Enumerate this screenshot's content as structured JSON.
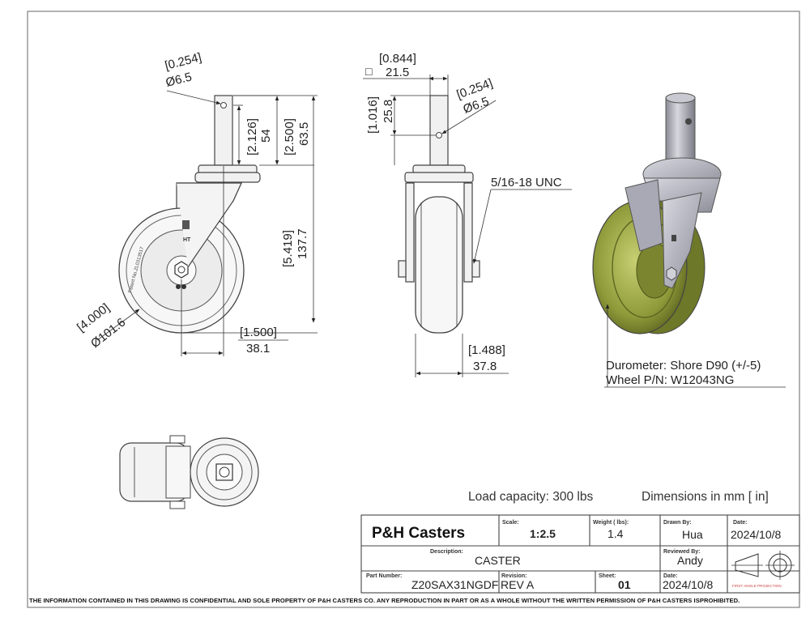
{
  "views": {
    "side": {
      "hole_in": "[0.254]",
      "hole_mm": "Ø6.5",
      "stem_hole_in": "[2.126]",
      "stem_hole_mm": "54",
      "stem_in": "[2.500]",
      "stem_mm": "63.5",
      "total_in": "[5.419]",
      "total_mm": "137.7",
      "wheel_in": "[4.000]",
      "wheel_mm": "Ø101.6",
      "offset_in": "[1.500]",
      "offset_mm": "38.1",
      "wheel_markings": [
        "HT",
        "Patent No.ZL0313517"
      ]
    },
    "front": {
      "square_in": "[0.844]",
      "square_symbol": "□",
      "square_mm": "21.5",
      "hole_pos_in": "[1.016]",
      "hole_pos_mm": "25.8",
      "hole_in": "[0.254]",
      "hole_mm": "Ø6.5",
      "thread": "5/16-18 UNC",
      "width_in": "[1.488]",
      "width_mm": "37.8"
    },
    "iso": {
      "durometer": "Durometer: Shore D90 (+/-5)",
      "wheel_pn": "Wheel P/N: W12043NG",
      "wheel_color": "#8f9b3a",
      "frame_color": "#b9b9c4"
    }
  },
  "notes": {
    "load": "Load capacity: 300 lbs",
    "dims": "Dimensions in mm [ in]"
  },
  "title_block": {
    "company": "P&H Casters",
    "scale_label": "Scale:",
    "scale": "1:2.5",
    "weight_label": "Weight ( lbs):",
    "weight": "1.4",
    "drawn_label": "Drawn By:",
    "drawn": "Hua",
    "date_label": "Date:",
    "date": "2024/10/8",
    "desc_label": "Description:",
    "desc": "CASTER",
    "reviewed_label": "Reviewed By:",
    "reviewed": "Andy",
    "pn_label": "Part Number:",
    "pn": "Z20SAX31NGDF",
    "rev_label": "Revision:",
    "rev": "REV A",
    "sheet_label": "Sheet:",
    "sheet": "01",
    "date2_label": "Date:",
    "date2": "2024/10/8",
    "projection": "FIRST ANGLE PROJECTION"
  },
  "footer": "THE INFORMATION CONTAINED IN THIS DRAWING IS CONFIDENTIAL AND SOLE PROPERTY OF P&H CASTERS CO.  ANY REPRODUCTION IN PART OR AS A WHOLE WITHOUT THE WRITTEN PERMISSION OF P&H CASTERS ISPROHIBITED."
}
